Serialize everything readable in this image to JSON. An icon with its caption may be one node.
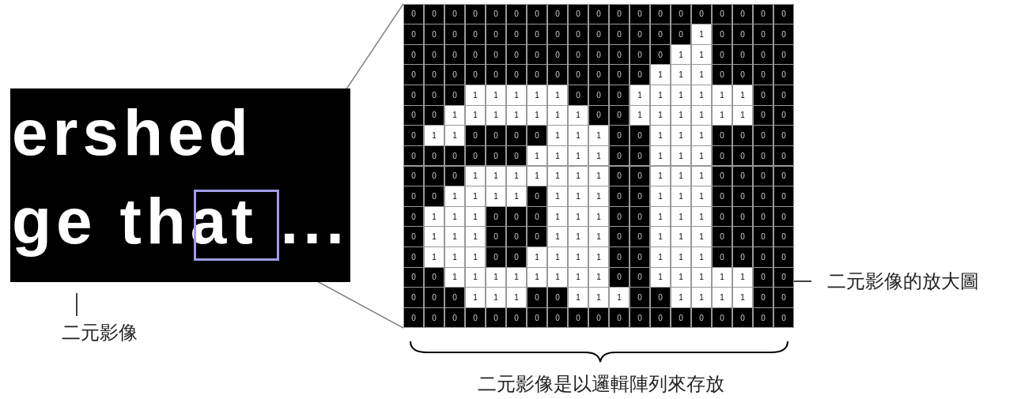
{
  "diagram": {
    "nodes": [
      {
        "text": [
          "ershed",
          "ge that ..."
        ]
      },
      {
        "text": [],
        "shape": "box",
        "in": 0
      },
      {
        "text": [
          "0",
          "0",
          "0",
          "0",
          "0",
          "0",
          "0",
          "0",
          "0",
          "0",
          "0",
          "0",
          "0",
          "0",
          "0",
          "0",
          "0",
          "0",
          "0",
          "0",
          "0",
          "0",
          "0",
          "0",
          "0",
          "0",
          "0",
          "0",
          "0",
          "0",
          "0",
          "0",
          "0",
          "1",
          "0",
          "0",
          "0",
          "0",
          "0",
          "0",
          "0",
          "0",
          "0",
          "0",
          "0",
          "0",
          "0",
          "0",
          "0",
          "0",
          "0",
          "1",
          "1",
          "0",
          "0",
          "0",
          "0",
          "0",
          "0",
          "0",
          "0",
          "0",
          "0",
          "0",
          "0",
          "0",
          "0",
          "0",
          "0",
          "1",
          "1",
          "1",
          "0",
          "0",
          "0",
          "0",
          "0",
          "0",
          "0",
          "1",
          "1",
          "1",
          "1",
          "1",
          "0",
          "0",
          "0",
          "1",
          "1",
          "1",
          "1",
          "1",
          "1",
          "0",
          "0",
          "0",
          "0",
          "1",
          "1",
          "1",
          "1",
          "1",
          "1",
          "1",
          "0",
          "0",
          "1",
          "1",
          "1",
          "1",
          "1",
          "1",
          "0",
          "0",
          "0",
          "1",
          "1",
          "0",
          "0",
          "0",
          "0",
          "1",
          "1",
          "1",
          "0",
          "0",
          "1",
          "1",
          "1",
          "0",
          "0",
          "0",
          "0",
          "0",
          "0",
          "0",
          "0",
          "0",
          "0",
          "1",
          "1",
          "1",
          "1",
          "0",
          "0",
          "1",
          "1",
          "1",
          "0",
          "0",
          "0",
          "0",
          "0",
          "0",
          "0",
          "1",
          "1",
          "1",
          "1",
          "1",
          "1",
          "1",
          "0",
          "0",
          "1",
          "1",
          "1",
          "0",
          "0",
          "0",
          "0",
          "0",
          "0",
          "1",
          "1",
          "1",
          "1",
          "0",
          "1",
          "1",
          "1",
          "0",
          "0",
          "1",
          "1",
          "1",
          "0",
          "0",
          "0",
          "0",
          "0",
          "1",
          "1",
          "1",
          "0",
          "0",
          "0",
          "1",
          "1",
          "1",
          "0",
          "0",
          "1",
          "1",
          "1",
          "0",
          "0",
          "0",
          "0",
          "0",
          "1",
          "1",
          "1",
          "0",
          "0",
          "0",
          "1",
          "1",
          "1",
          "0",
          "0",
          "1",
          "1",
          "1",
          "0",
          "0",
          "0",
          "0",
          "0",
          "1",
          "1",
          "1",
          "0",
          "0",
          "1",
          "1",
          "1",
          "1",
          "0",
          "0",
          "1",
          "1",
          "1",
          "0",
          "0",
          "0",
          "0",
          "0",
          "0",
          "1",
          "1",
          "1",
          "1",
          "1",
          "1",
          "1",
          "1",
          "0",
          "0",
          "1",
          "1",
          "1",
          "1",
          "1",
          "0",
          "0",
          "0",
          "0",
          "0",
          "1",
          "1",
          "1",
          "0",
          "0",
          "1",
          "1",
          "1",
          "0",
          "0",
          "1",
          "1",
          "1",
          "1",
          "0",
          "0",
          "0",
          "0",
          "0",
          "0",
          "0",
          "0",
          "0",
          "0",
          "0",
          "0",
          "0",
          "0",
          "0",
          "0",
          "0",
          "0",
          "0",
          "0",
          "0"
        ]
      },
      {
        "text": [
          "二元影像"
        ]
      },
      {
        "text": [
          "二元影像的放大圖"
        ]
      }
    ],
    "edges": [
      {
        "from": 1,
        "to": 2,
        "arrow": "none",
        "color": "#808080"
      },
      {
        "from": 1,
        "to": 2,
        "arrow": "none",
        "color": "#808080"
      },
      {
        "from": 3,
        "to": 0,
        "arrow": "none",
        "color": "#000000"
      },
      {
        "from": 4,
        "to": 2,
        "arrow": "none",
        "color": "#000000"
      }
    ],
    "labels": [
      "二元影像是以邏輯陣列來存放"
    ]
  }
}
